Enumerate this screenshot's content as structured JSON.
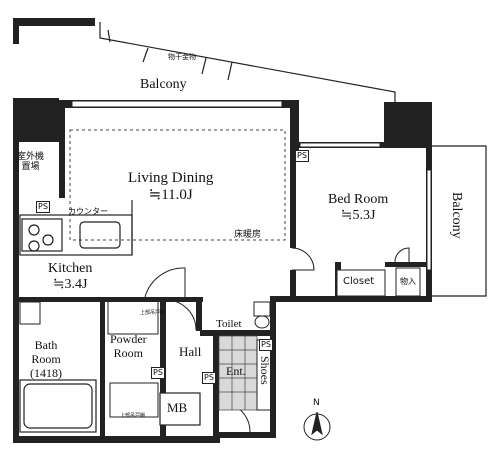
{
  "rooms": {
    "balcony_top": "Balcony",
    "balcony_top_note": "物干金物",
    "living_dining": {
      "name": "Living Dining",
      "size": "≒11.0J",
      "floor_heat": "床暖房"
    },
    "bed_room": {
      "name": "Bed Room",
      "size": "≒5.3J"
    },
    "balcony_right": "Balcony",
    "kitchen": {
      "name": "Kitchen",
      "size": "≒3.4J",
      "counter": "カウンター"
    },
    "outdoor_unit": [
      "室外機",
      "置場"
    ],
    "bath_room": [
      "Bath",
      "Room",
      "(1418)"
    ],
    "powder_room": [
      "Powder",
      "Room"
    ],
    "hall": "Hall",
    "toilet": "Toilet",
    "entrance": "Ent.",
    "shoes": "Shoes",
    "mb": "MB",
    "closet": "Closet",
    "storage": "物入",
    "upper_shelf_1": "上部吊戸棚",
    "upper_shelf_2": "上部吊戸棚"
  },
  "ps_labels": [
    "PS",
    "PS",
    "PS",
    "PS",
    "PS"
  ],
  "compass": {
    "label": "N"
  }
}
